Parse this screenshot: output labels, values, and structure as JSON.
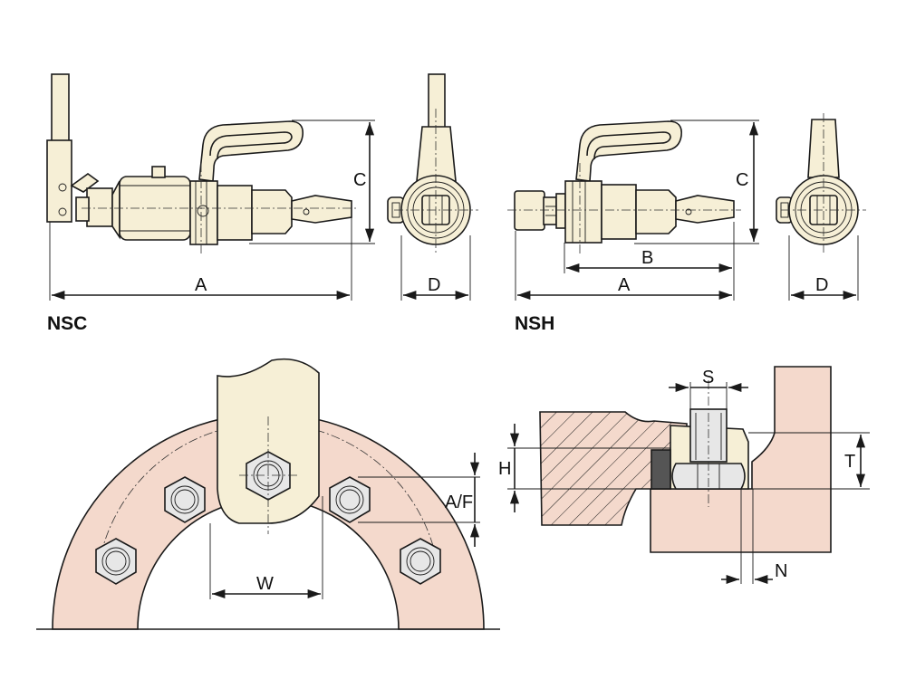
{
  "models": {
    "nsc": "NSC",
    "nsh": "NSH"
  },
  "dimensions": {
    "nsc_A": "A",
    "nsc_C": "C",
    "nsc_D": "D",
    "nsh_A": "A",
    "nsh_B": "B",
    "nsh_C": "C",
    "nsh_D": "D",
    "AF": "A/F",
    "W": "W",
    "S": "S",
    "H": "H",
    "T": "T",
    "N": "N"
  },
  "colors": {
    "tool": "#f6efd6",
    "flange": "#f4d9cc",
    "nut": "#e7e7e7",
    "line": "#1a1a1a"
  }
}
